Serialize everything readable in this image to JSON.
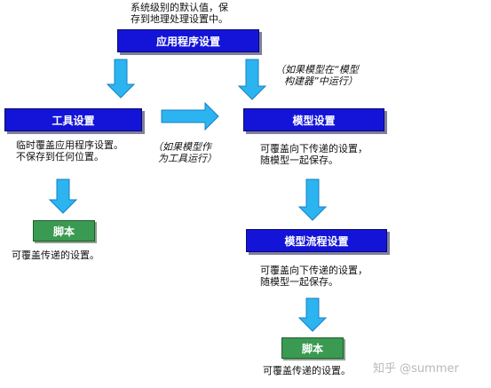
{
  "top_note": [
    "系统级别的默认值，保",
    "存到地理处理设置中。"
  ],
  "boxes": {
    "app_settings": "应用程序设置",
    "tool_settings": "工具设置",
    "model_settings": "模型设置",
    "model_process_settings": "模型流程设置",
    "script_left": "脚本",
    "script_right": "脚本"
  },
  "notes": {
    "model_builder_run": [
      "（如果模型在“模型",
      "构建器”中运行）"
    ],
    "tool_settings_desc": [
      "临时覆盖应用程序设置。",
      "不保存到任何位置。"
    ],
    "run_as_tool": [
      "（如果模型作",
      "为工具运行）"
    ],
    "model_settings_desc": [
      "可覆盖向下传递的设置，",
      "随模型一起保存。"
    ],
    "model_process_desc": [
      "可覆盖向下传递的设置，",
      "随模型一起保存。"
    ],
    "script_left_desc": "可覆盖传递的设置。",
    "script_right_desc": "可覆盖传递的设置。"
  },
  "watermark": "知乎 @summer",
  "colors": {
    "box_blue": "#1414d8",
    "box_green": "#3a9a52",
    "arrow_fill": "#2bb4f0",
    "arrow_stroke": "#1a7fc4"
  }
}
